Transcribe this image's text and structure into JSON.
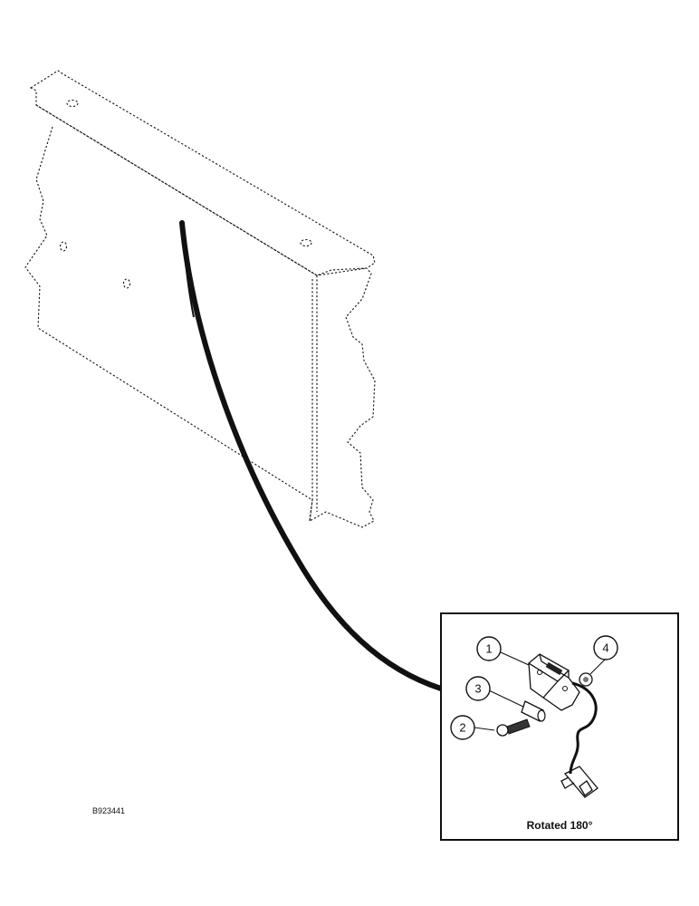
{
  "figure_id": "B923441",
  "inset": {
    "caption": "Rotated 180°"
  },
  "callouts": [
    {
      "id": "callout-1",
      "label": "1"
    },
    {
      "id": "callout-2",
      "label": "2"
    },
    {
      "id": "callout-3",
      "label": "3"
    },
    {
      "id": "callout-4",
      "label": "4"
    }
  ]
}
